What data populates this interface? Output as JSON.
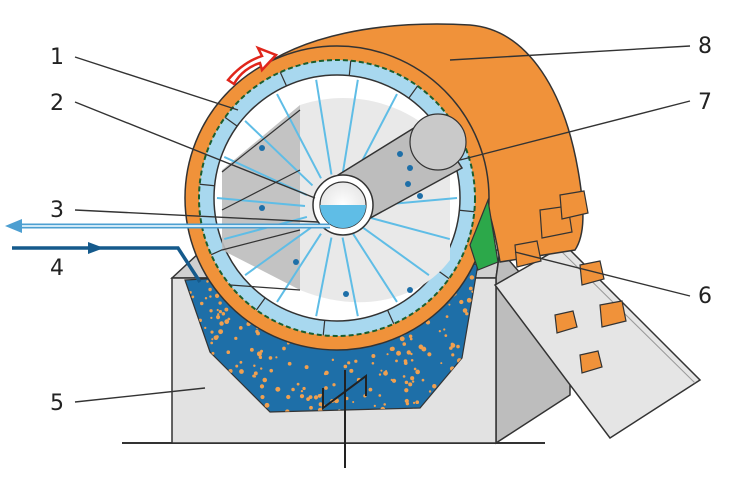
{
  "labels": [
    {
      "id": "1",
      "text": "1"
    },
    {
      "id": "2",
      "text": "2"
    },
    {
      "id": "3",
      "text": "3"
    },
    {
      "id": "4",
      "text": "4"
    },
    {
      "id": "5",
      "text": "5"
    },
    {
      "id": "6",
      "text": "6"
    },
    {
      "id": "7",
      "text": "7"
    },
    {
      "id": "8",
      "text": "8"
    }
  ],
  "colors": {
    "cake": "#f0923a",
    "cake_dark": "#d97a25",
    "filter_ring": "#a8d8ef",
    "liquid": "#1e6fa8",
    "liquid_dark": "#155a8c",
    "tank": "#e2e2e2",
    "tank_side": "#bdbdbd",
    "scraper": "#2ca84a",
    "rotation_arrow": "#e0261b",
    "pipe": "#cfcfcf"
  }
}
